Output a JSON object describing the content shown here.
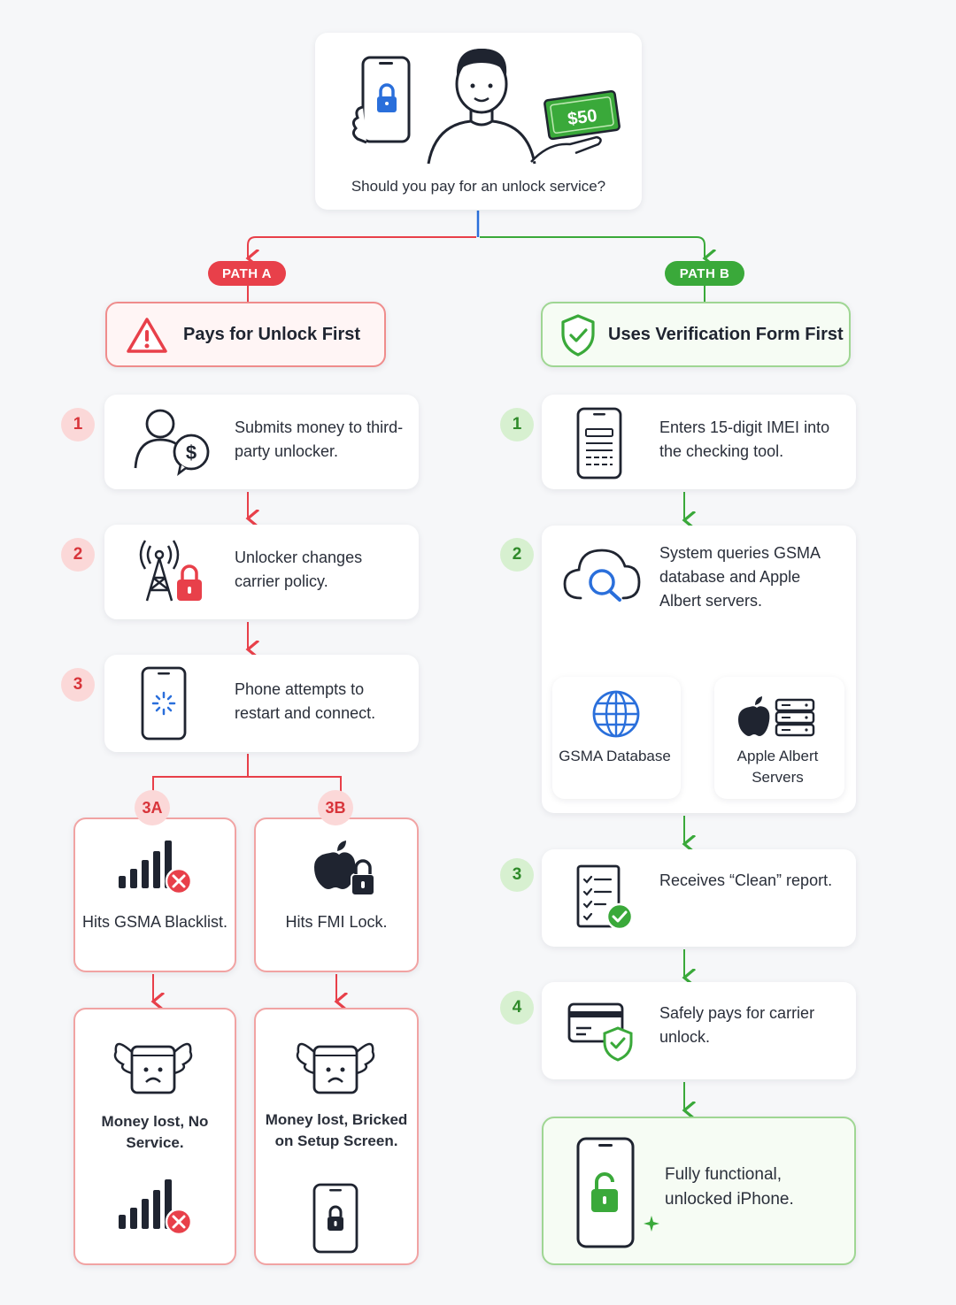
{
  "header": {
    "question": "Should you pay for an unlock service?",
    "price_tag": "$50"
  },
  "path_a": {
    "pill": "PATH A",
    "title": "Pays for Unlock First",
    "steps": [
      {
        "num": "1",
        "text": "Submits money to third-party unlocker."
      },
      {
        "num": "2",
        "text": "Unlocker changes carrier policy."
      },
      {
        "num": "3",
        "text": "Phone attempts to restart and connect."
      }
    ],
    "branch_3a": {
      "badge": "3A",
      "text": "Hits GSMA Blacklist.",
      "outcome": "Money lost, No Service."
    },
    "branch_3b": {
      "badge": "3B",
      "text": "Hits FMI Lock.",
      "outcome": "Money lost, Bricked on Setup Screen."
    }
  },
  "path_b": {
    "pill": "PATH B",
    "title": "Uses Verification Form First",
    "steps": [
      {
        "num": "1",
        "text": "Enters 15-digit IMEI into the checking tool."
      },
      {
        "num": "2",
        "text": "System queries GSMA database and Apple Albert servers."
      },
      {
        "num": "3",
        "text": "Receives “Clean” report."
      },
      {
        "num": "4",
        "text": "Safely pays for carrier unlock."
      }
    ],
    "gsma_label": "GSMA Database",
    "apple_label": "Apple Albert Servers",
    "final": "Fully functional, unlocked iPhone."
  },
  "colors": {
    "red": "#e8404a",
    "green": "#3aa93a",
    "blue": "#2a6fdb"
  }
}
